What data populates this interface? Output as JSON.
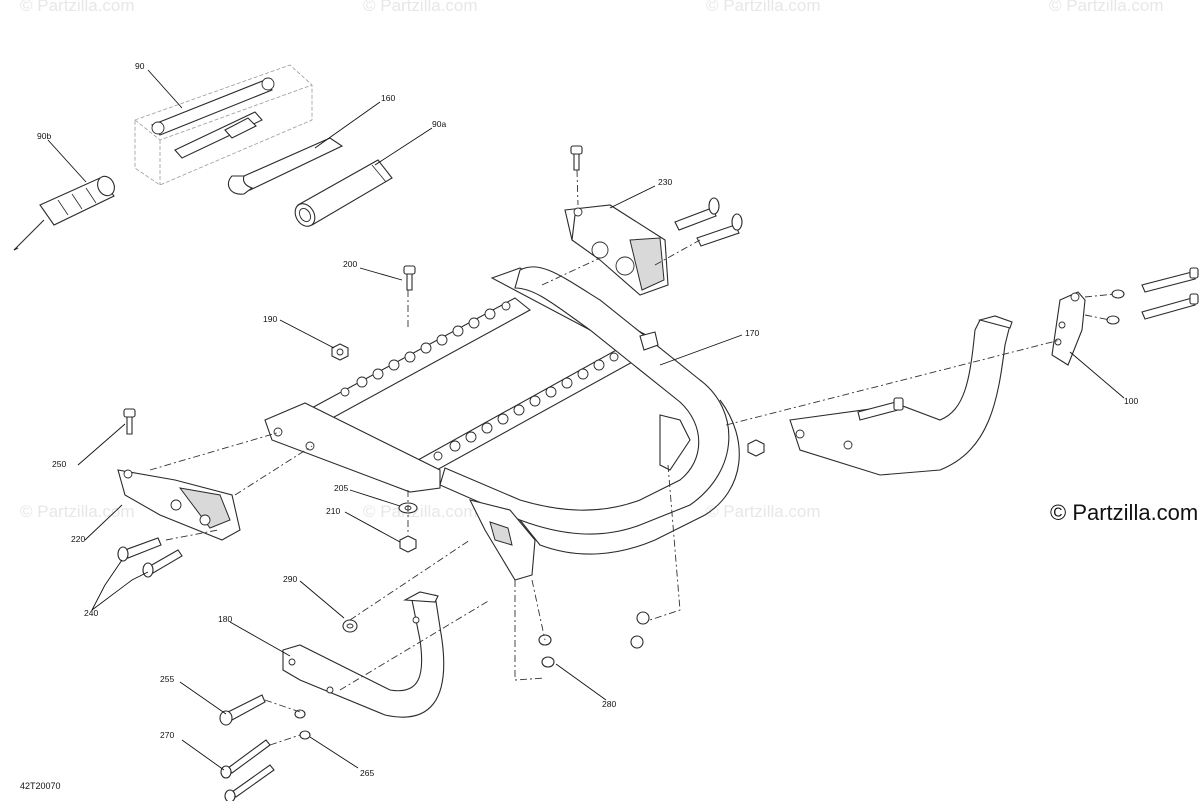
{
  "watermark": "© Partzilla.com",
  "brand_text": "© Partzilla.com",
  "diagram_code": "42T20070",
  "callouts": {
    "c90": "90",
    "c160": "160",
    "c90a": "90a",
    "c90b": "90b",
    "c230": "230",
    "c200": "200",
    "c190": "190",
    "c170": "170",
    "c100": "100",
    "c250": "250",
    "c205": "205",
    "c210": "210",
    "c220": "220",
    "c240": "240",
    "c290": "290",
    "c180": "180",
    "c255": "255",
    "c270": "270",
    "c265": "265",
    "c280": "280"
  }
}
